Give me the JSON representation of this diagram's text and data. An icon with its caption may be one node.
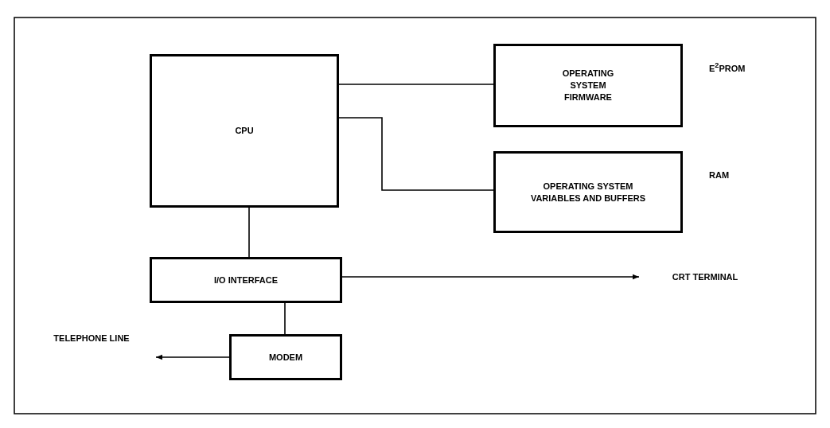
{
  "diagram": {
    "nodes": [
      {
        "text": [
          "CPU"
        ]
      },
      {
        "text": [
          "OPERATING SYSTEM FIRMWARE"
        ],
        "beside": [
          "E$^{2}$PROM"
        ]
      },
      {
        "text": [
          "OPERATING SYSTEM VARIABLES AND BUFFERS"
        ],
        "beside": [
          "RAM"
        ]
      },
      {
        "text": [
          "I/O INTERFACE"
        ]
      },
      {
        "text": [
          "MODEM"
        ]
      },
      {
        "text": [
          "CRT TERMINAL"
        ]
      },
      {
        "text": [
          "TELEPHONE LINE"
        ]
      }
    ],
    "edges": [
      {
        "from": 0,
        "to": 1,
        "arrow": "none"
      },
      {
        "from": 0,
        "to": 2,
        "arrow": "none"
      },
      {
        "from": 0,
        "to": 3,
        "arrow": "none"
      },
      {
        "from": 3,
        "to": 5,
        "arrow": "to"
      },
      {
        "from": 3,
        "to": 4,
        "arrow": "none"
      },
      {
        "from": 4,
        "to": 6,
        "arrow": "to"
      }
    ]
  }
}
